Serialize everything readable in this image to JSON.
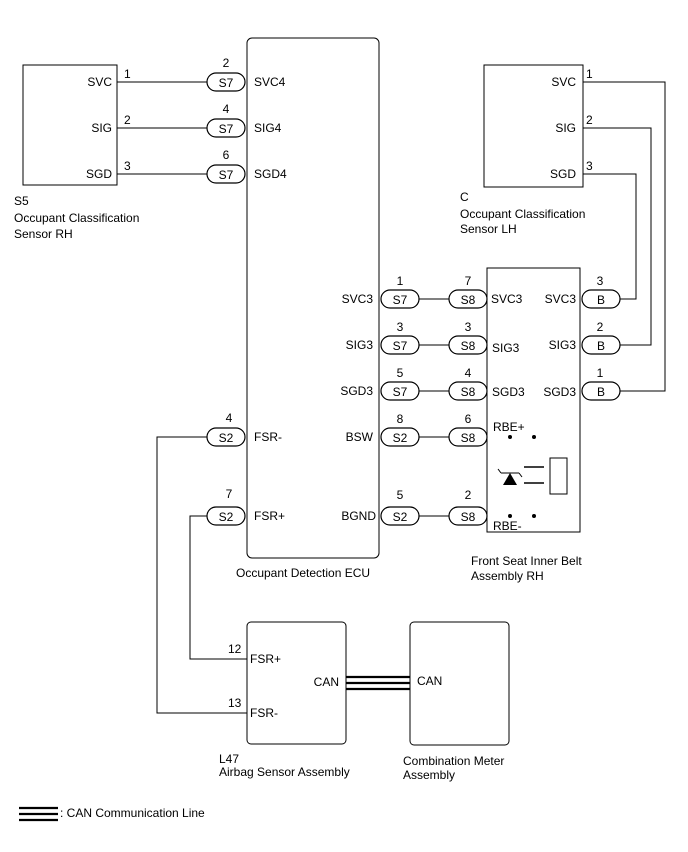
{
  "sensor_rh": {
    "code": "S5",
    "name_line1": "Occupant Classification",
    "name_line2": "Sensor RH",
    "pins": [
      {
        "pin": "1",
        "label": "SVC"
      },
      {
        "pin": "2",
        "label": "SIG"
      },
      {
        "pin": "3",
        "label": "SGD"
      }
    ]
  },
  "sensor_lh": {
    "code": "C",
    "name_line1": "Occupant Classification",
    "name_line2": "Sensor LH",
    "pins": [
      {
        "pin": "1",
        "label": "SVC"
      },
      {
        "pin": "2",
        "label": "SIG"
      },
      {
        "pin": "3",
        "label": "SGD"
      }
    ]
  },
  "ecu": {
    "name": "Occupant Detection ECU",
    "left_pins": [
      {
        "pin": "2",
        "conn": "S7",
        "label": "SVC4"
      },
      {
        "pin": "4",
        "conn": "S7",
        "label": "SIG4"
      },
      {
        "pin": "6",
        "conn": "S7",
        "label": "SGD4"
      },
      {
        "pin": "4",
        "conn": "S2",
        "label": "FSR-"
      },
      {
        "pin": "7",
        "conn": "S2",
        "label": "FSR+"
      }
    ],
    "right_pins": [
      {
        "pin": "1",
        "conn": "S7",
        "label": "SVC3"
      },
      {
        "pin": "3",
        "conn": "S7",
        "label": "SIG3"
      },
      {
        "pin": "5",
        "conn": "S7",
        "label": "SGD3"
      },
      {
        "pin": "8",
        "conn": "S2",
        "label": "BSW"
      },
      {
        "pin": "5",
        "conn": "S2",
        "label": "BGND"
      }
    ]
  },
  "belt": {
    "name_line1": "Front Seat Inner Belt",
    "name_line2": "Assembly RH",
    "left_pins": [
      {
        "pin": "7",
        "conn": "S8",
        "label": "SVC3"
      },
      {
        "pin": "3",
        "conn": "S8",
        "label": "SIG3"
      },
      {
        "pin": "4",
        "conn": "S8",
        "label": "SGD3"
      },
      {
        "pin": "6",
        "conn": "S8",
        "label": "RBE+"
      },
      {
        "pin": "2",
        "conn": "S8",
        "label": "RBE-"
      }
    ],
    "right_pins": [
      {
        "pin": "3",
        "conn": "B",
        "label": "SVC3"
      },
      {
        "pin": "2",
        "conn": "B",
        "label": "SIG3"
      },
      {
        "pin": "1",
        "conn": "B",
        "label": "SGD3"
      }
    ]
  },
  "airbag": {
    "code": "L47",
    "name": "Airbag Sensor Assembly",
    "pins": [
      {
        "pin": "12",
        "label": "FSR+"
      },
      {
        "pin": "13",
        "label": "FSR-"
      }
    ],
    "can_label": "CAN"
  },
  "meter": {
    "name_line1": "Combination Meter",
    "name_line2": "Assembly",
    "can_label": "CAN"
  },
  "legend": {
    "text": ": CAN Communication Line"
  }
}
